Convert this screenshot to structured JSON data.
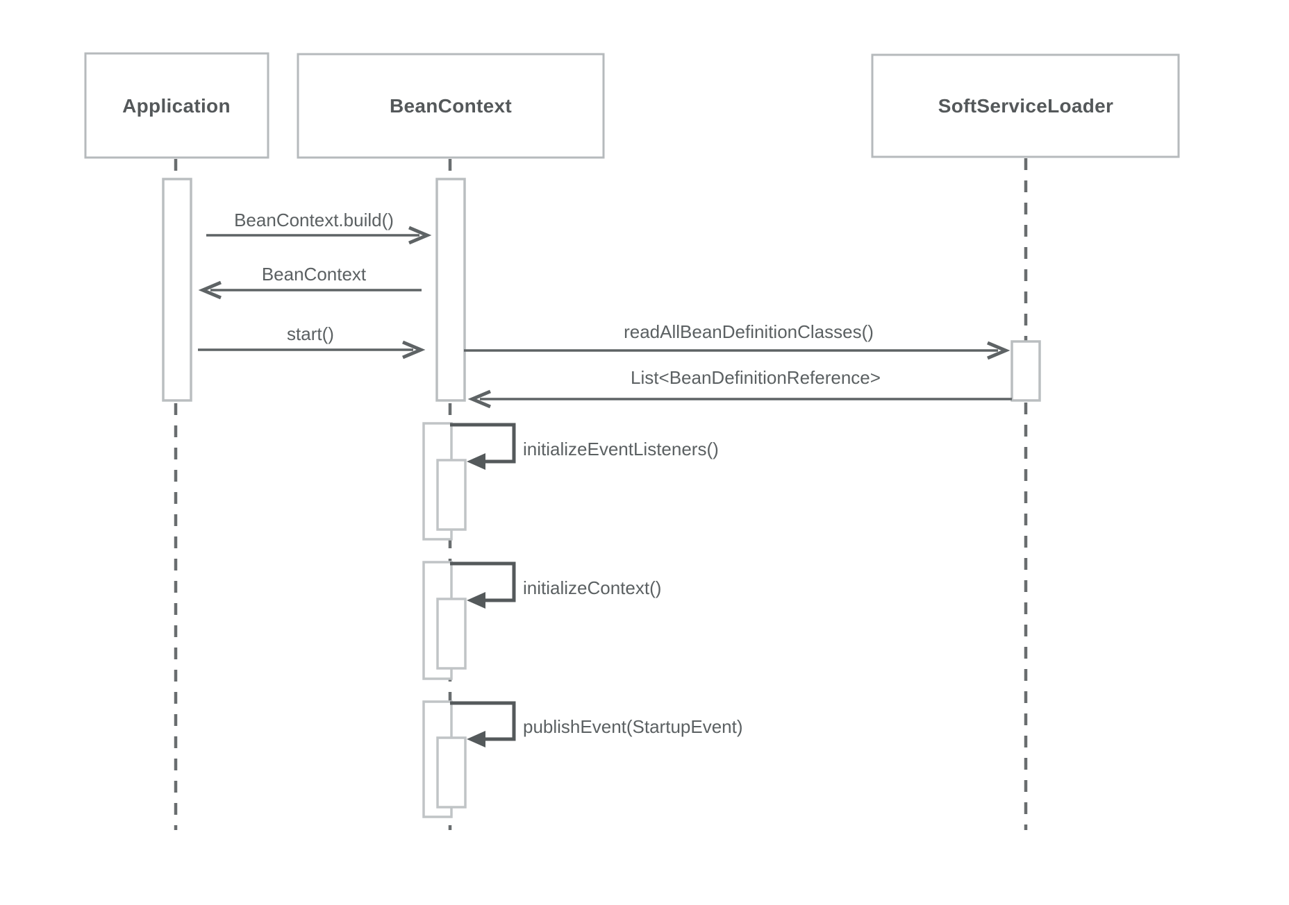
{
  "diagram": {
    "type": "uml-sequence",
    "actors": [
      {
        "name": "Application"
      },
      {
        "name": "BeanContext"
      },
      {
        "name": "SoftServiceLoader"
      }
    ],
    "messages": [
      {
        "label": "BeanContext.build()",
        "from": "Application",
        "to": "BeanContext",
        "style": "call"
      },
      {
        "label": "BeanContext",
        "from": "BeanContext",
        "to": "Application",
        "style": "return"
      },
      {
        "label": "start()",
        "from": "Application",
        "to": "BeanContext",
        "style": "call"
      },
      {
        "label": "readAllBeanDefinitionClasses()",
        "from": "BeanContext",
        "to": "SoftServiceLoader",
        "style": "call"
      },
      {
        "label": "List<BeanDefinitionReference>",
        "from": "SoftServiceLoader",
        "to": "BeanContext",
        "style": "return"
      },
      {
        "label": "initializeEventListeners()",
        "from": "BeanContext",
        "to": "BeanContext",
        "style": "self"
      },
      {
        "label": "initializeContext()",
        "from": "BeanContext",
        "to": "BeanContext",
        "style": "self"
      },
      {
        "label": "publishEvent(StartupEvent)",
        "from": "BeanContext",
        "to": "BeanContext",
        "style": "self"
      }
    ],
    "colors": {
      "background": "#ffffff",
      "actor_border": "#b6babc",
      "actor_text": "#54585a",
      "lifeline": "#696d6f",
      "activation_border": "#babec0",
      "activation_fill": "#ffffff",
      "message_arrow": "#5e6365",
      "self_call_arrow": "#54595b",
      "message_text": "#5b6062"
    }
  }
}
